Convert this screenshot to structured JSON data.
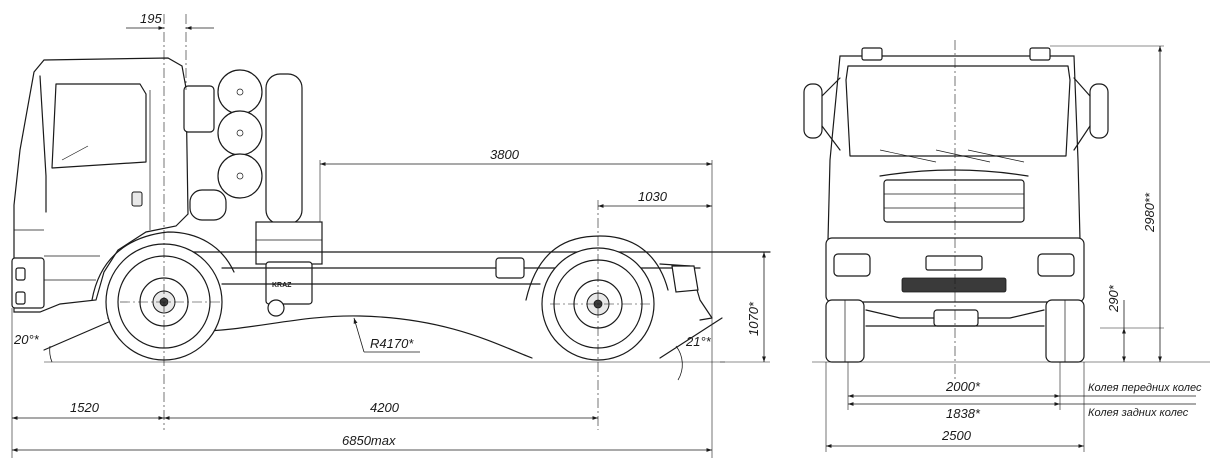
{
  "side_view": {
    "dim_top_offset": "195",
    "dim_wheelbase_frame": "3800",
    "dim_rear_overhang_top": "1030",
    "dim_height_frame": "1070*",
    "dim_front_overhang": "1520",
    "dim_wheelbase": "4200",
    "dim_total_length": "6850max",
    "radius_label": "R4170*",
    "angle_front": "20°*",
    "angle_rear": "21°*",
    "cab_brand": "KRAZ"
  },
  "front_view": {
    "dim_height": "2980**",
    "dim_clearance": "290*",
    "dim_front_track": "2000*",
    "dim_rear_track": "1838*",
    "dim_width": "2500",
    "label_front_track": "Колея передних колес",
    "label_rear_track": "Колея задних колес"
  }
}
